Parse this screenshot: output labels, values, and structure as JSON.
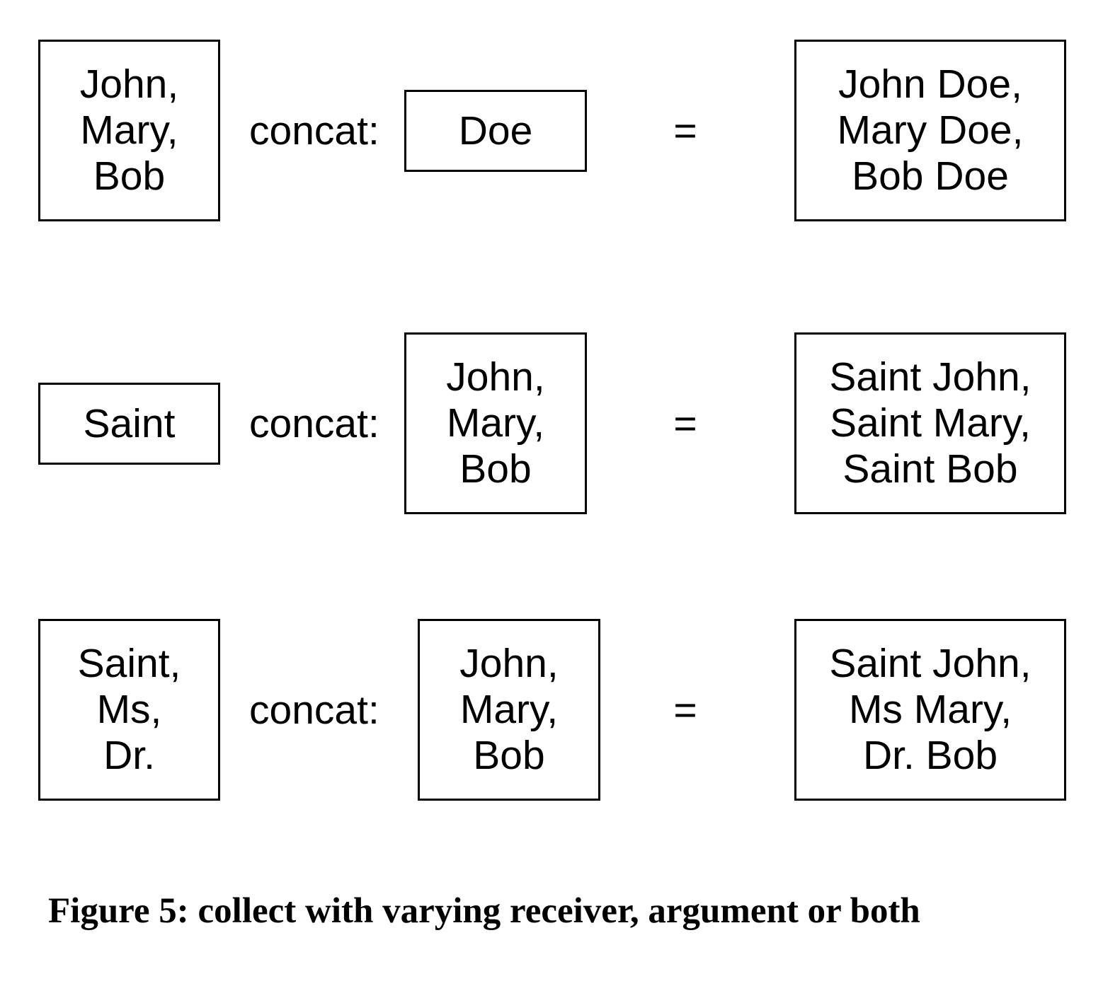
{
  "rows": [
    {
      "receiver": [
        "John,",
        "Mary,",
        "Bob"
      ],
      "operator": "concat:",
      "argument": [
        "Doe"
      ],
      "equals": "=",
      "result": [
        "John Doe,",
        "Mary Doe,",
        "Bob Doe"
      ]
    },
    {
      "receiver": [
        "Saint"
      ],
      "operator": "concat:",
      "argument": [
        "John,",
        "Mary,",
        "Bob"
      ],
      "equals": "=",
      "result": [
        "Saint John,",
        "Saint Mary,",
        "Saint Bob"
      ]
    },
    {
      "receiver": [
        "Saint,",
        "Ms,",
        "Dr."
      ],
      "operator": "concat:",
      "argument": [
        "John,",
        "Mary,",
        "Bob"
      ],
      "equals": "=",
      "result": [
        "Saint John,",
        "Ms Mary,",
        "Dr. Bob"
      ]
    }
  ],
  "caption": "Figure 5: collect with varying receiver, argument or both"
}
